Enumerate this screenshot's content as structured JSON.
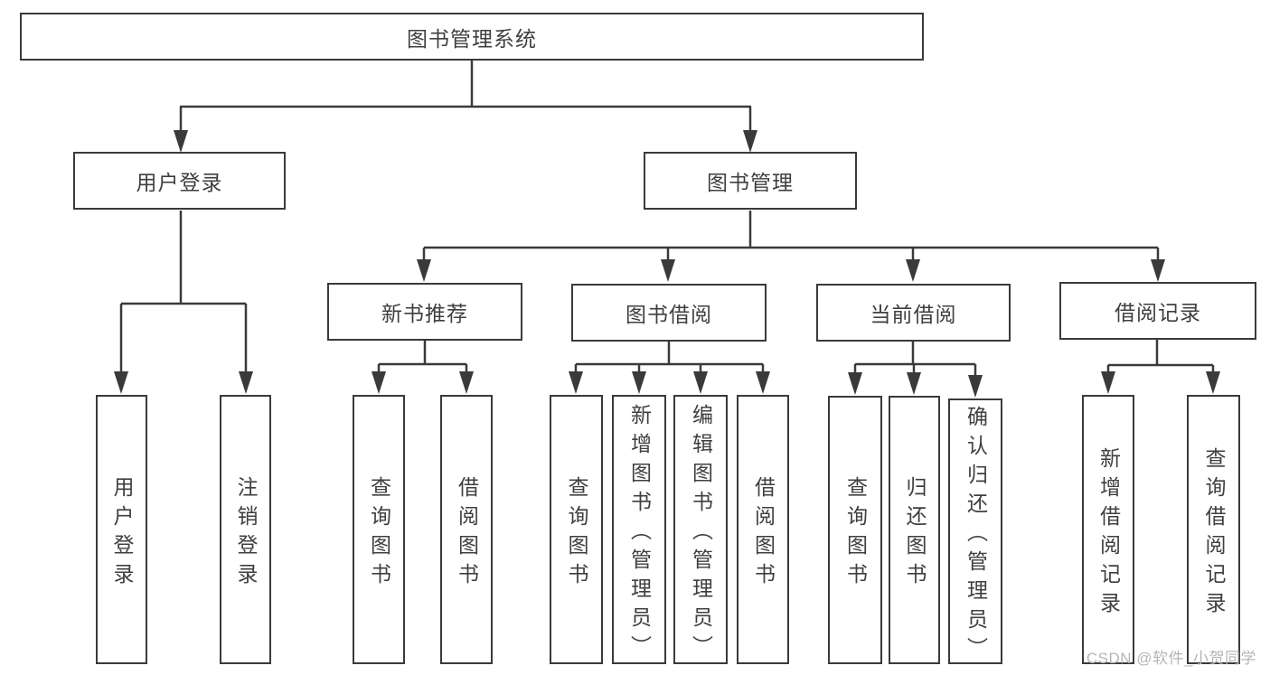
{
  "colors": {
    "line": "#3a3a3a",
    "text": "#3f3f3f",
    "background": "#ffffff",
    "watermark": "#b5b5b5"
  },
  "watermark": {
    "text": "CSDN @软件_小贺同学"
  },
  "tree": {
    "root": {
      "label": "图书管理系统"
    },
    "branches": [
      {
        "label": "用户登录",
        "leaves": [
          {
            "label": "用户登录"
          },
          {
            "label": "注销登录"
          }
        ]
      },
      {
        "label": "图书管理",
        "groups": [
          {
            "label": "新书推荐",
            "leaves": [
              {
                "label": "查询图书"
              },
              {
                "label": "借阅图书"
              }
            ]
          },
          {
            "label": "图书借阅",
            "leaves": [
              {
                "label": "查询图书"
              },
              {
                "label": "新增图书（管理员）"
              },
              {
                "label": "编辑图书（管理员）"
              },
              {
                "label": "借阅图书"
              }
            ]
          },
          {
            "label": "当前借阅",
            "leaves": [
              {
                "label": "查询图书"
              },
              {
                "label": "归还图书"
              },
              {
                "label": "确认归还（管理员）"
              }
            ]
          },
          {
            "label": "借阅记录",
            "leaves": [
              {
                "label": "新增借阅记录"
              },
              {
                "label": "查询借阅记录"
              }
            ]
          }
        ]
      }
    ]
  }
}
